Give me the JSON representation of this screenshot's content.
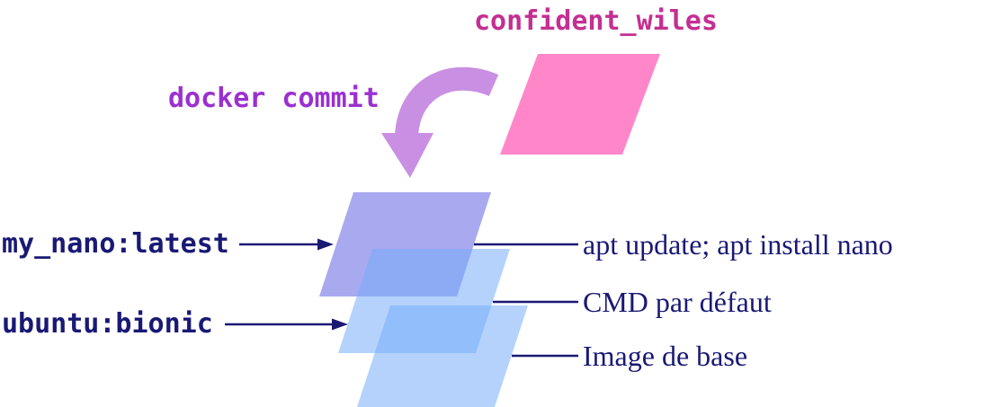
{
  "colors": {
    "navy": "#191975",
    "magenta": "#c42f92",
    "purple": "#9b30d0",
    "pink-shape": "#ff87c9",
    "arrow-purple": "#c98fe2",
    "layer-lavender": "#7070e4",
    "layer-blue": "#77adfa"
  },
  "diagram": {
    "container_label": "confident_wiles",
    "commit_label": "docker commit",
    "tags": [
      {
        "label": "my_nano:latest"
      },
      {
        "label": "ubuntu:bionic"
      }
    ],
    "layers": [
      {
        "annotation": "apt update; apt install nano"
      },
      {
        "annotation": "CMD par défaut"
      },
      {
        "annotation": "Image de base"
      }
    ]
  }
}
